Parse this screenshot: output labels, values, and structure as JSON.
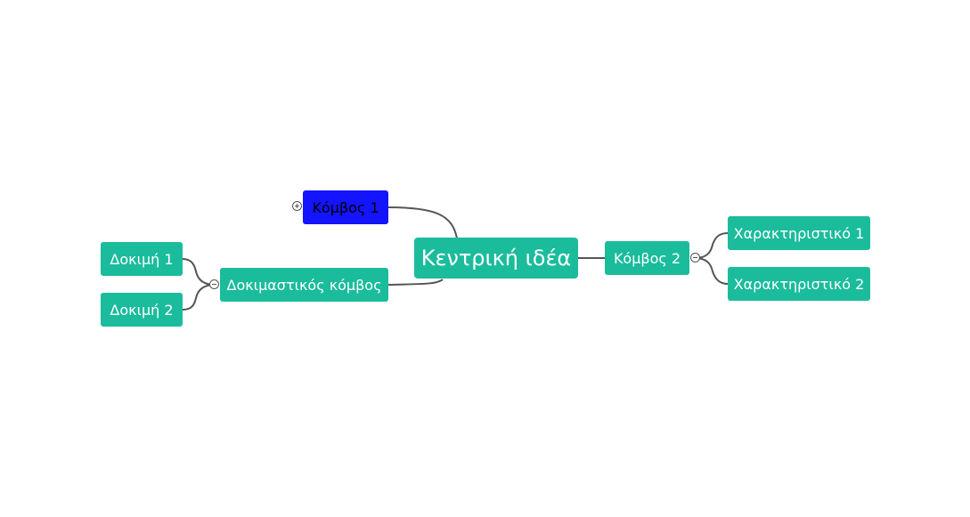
{
  "colors": {
    "node": "#1abc9c",
    "selected_node": "#1414ff",
    "selected_text": "#000000",
    "node_text": "#ffffff",
    "link": "#555555"
  },
  "mindmap": {
    "root": {
      "label": "Κεντρική ιδέα"
    },
    "node1": {
      "label": "Κόμβος 1",
      "state": "collapsed",
      "selected": true
    },
    "test_node": {
      "label": "Δοκιμαστικός κόμβος",
      "state": "expanded"
    },
    "test1": {
      "label": "Δοκιμή 1"
    },
    "test2": {
      "label": "Δοκιμή 2"
    },
    "node2": {
      "label": "Κόμβος 2",
      "state": "expanded"
    },
    "feature1": {
      "label": "Χαρακτηριστικό 1"
    },
    "feature2": {
      "label": "Χαρακτηριστικό 2"
    }
  }
}
